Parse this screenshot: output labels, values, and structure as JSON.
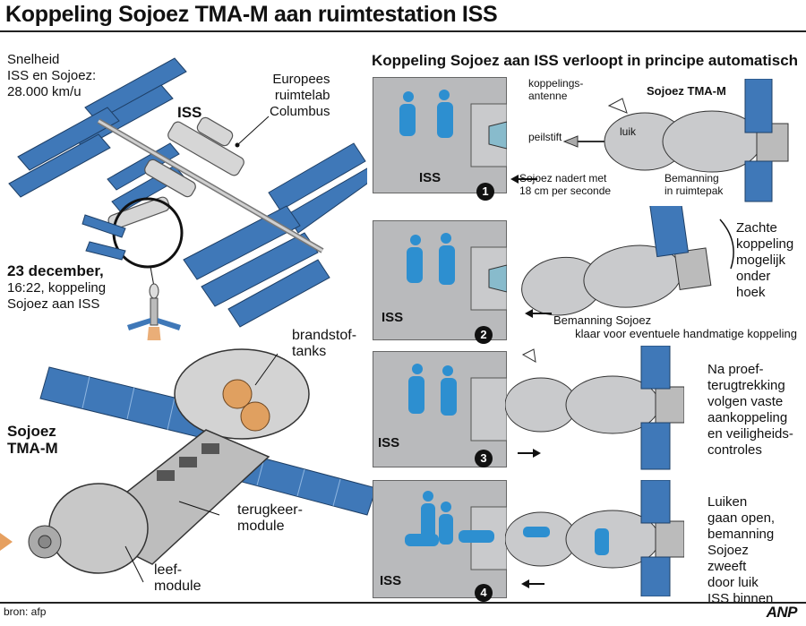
{
  "title": "Koppeling Sojoez TMA-M aan ruimtestation ISS",
  "left": {
    "speed": [
      "Snelheid",
      "ISS en Sojoez:",
      "28.000 km/u"
    ],
    "iss_label": "ISS",
    "columbus": [
      "Europees",
      "ruimtelab",
      "Columbus"
    ],
    "date_bold": "23 december,",
    "date_rest": [
      "16:22, koppeling",
      "Sojoez aan ISS"
    ],
    "fuel": [
      "brandstof-",
      "tanks"
    ],
    "soyuz": [
      "Sojoez",
      "TMA-M"
    ],
    "return_module": [
      "terugkeer-",
      "module"
    ],
    "living_module": [
      "leef-",
      "module"
    ]
  },
  "right": {
    "heading": "Koppeling Sojoez aan ISS verloopt in principe automatisch",
    "steps": [
      {
        "number": "1",
        "iss": "ISS",
        "antenna": [
          "koppelings-",
          "antenne"
        ],
        "craft": "Sojoez TMA-M",
        "probe": "peilstift",
        "hatch": "luik",
        "approach": [
          "Sojoez nadert met",
          "18 cm per seconde"
        ],
        "crew": [
          "Bemanning",
          "in ruimtepak"
        ]
      },
      {
        "number": "2",
        "iss": "ISS",
        "side": [
          "Zachte",
          "koppeling",
          "mogelijk",
          "onder",
          "hoek"
        ],
        "crew": [
          "Bemanning Sojoez",
          "klaar voor eventuele handmatige koppeling"
        ]
      },
      {
        "number": "3",
        "iss": "ISS",
        "side": [
          "Na proef-",
          "terugtrekking",
          "volgen vaste",
          "aankoppeling",
          "en veiligheids-",
          "controles"
        ]
      },
      {
        "number": "4",
        "iss": "ISS",
        "side": [
          "Luiken",
          "gaan open,",
          "bemanning",
          "Sojoez",
          "zweeft",
          "door luik",
          "ISS binnen"
        ]
      }
    ]
  },
  "source": "bron: afp",
  "logo": "ANP",
  "colors": {
    "panel": "#3f78b8",
    "crew": "#2d8fd0",
    "module": "#c9cacc",
    "wall": "#b9babc",
    "flame": "#e6a060"
  }
}
